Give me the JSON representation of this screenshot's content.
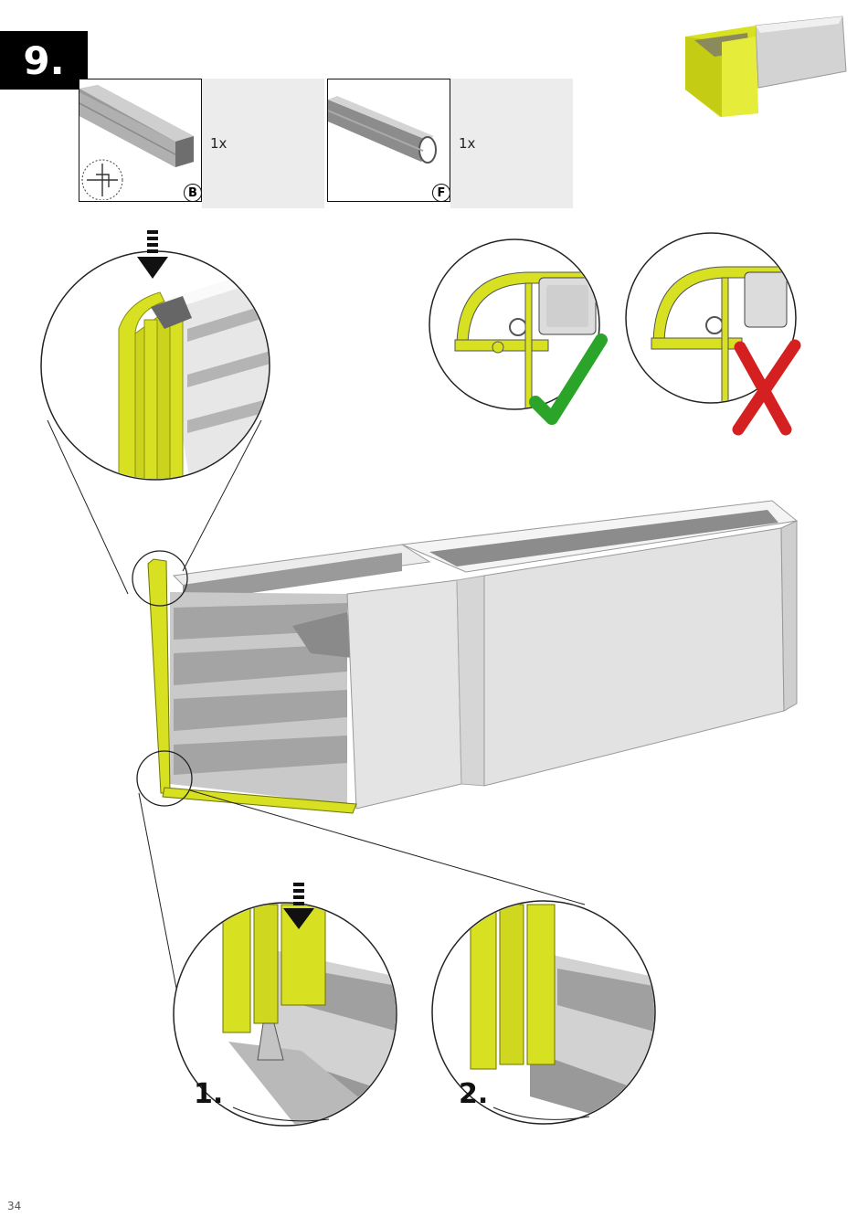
{
  "step": {
    "number": "9."
  },
  "parts": [
    {
      "letter": "B",
      "quantity": "1x"
    },
    {
      "letter": "F",
      "quantity": "1x"
    }
  ],
  "detail_steps": [
    {
      "label": "1."
    },
    {
      "label": "2."
    }
  ],
  "colors": {
    "accent_yellow": "#d8e022",
    "metal_light": "#e6e6e6",
    "metal_mid": "#bdbdbd",
    "metal_dark": "#7a7a7a",
    "correct_green": "#2aa52a",
    "wrong_red": "#d42020"
  },
  "page": {
    "number": "34"
  }
}
